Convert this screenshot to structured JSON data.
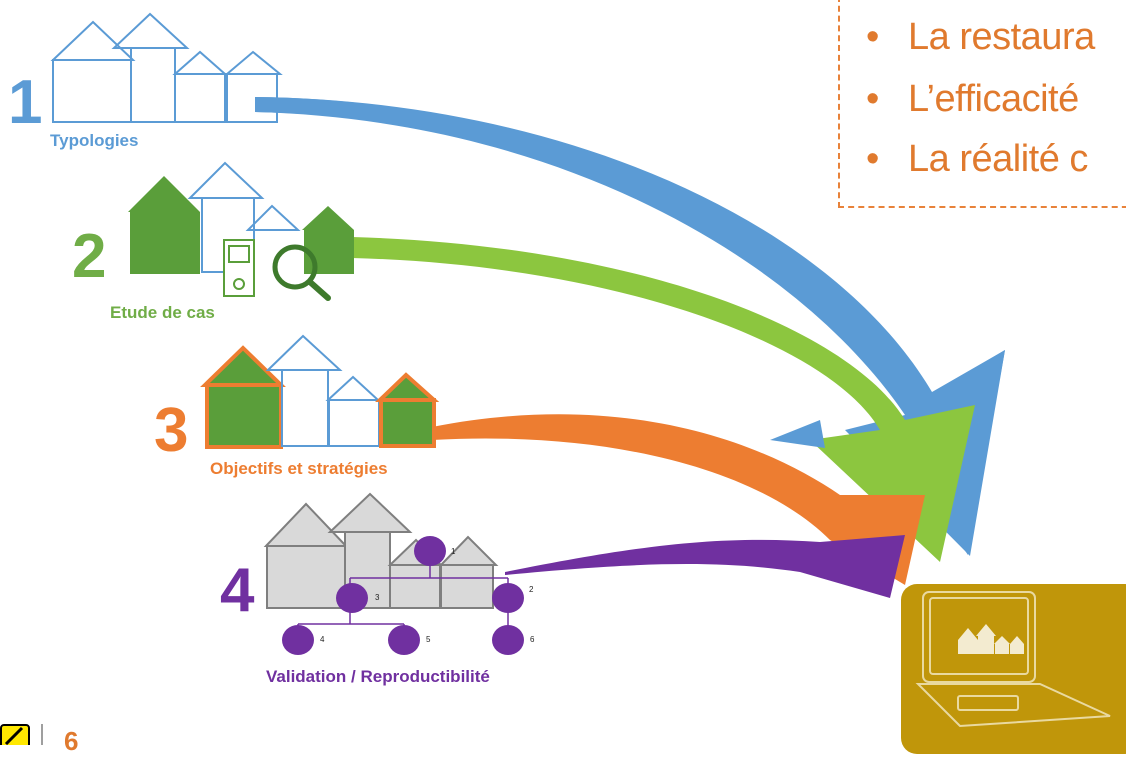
{
  "bullets": [
    "La restaura",
    "L’efficacité",
    "La réalité c"
  ],
  "steps": [
    {
      "number": "1",
      "label": "Typologies",
      "color": "#5B9BD5"
    },
    {
      "number": "2",
      "label": "Etude de cas",
      "color": "#70AD47"
    },
    {
      "number": "3",
      "label": "Objectifs et stratégies",
      "color": "#ED7D31"
    },
    {
      "number": "4",
      "label": "Validation  / Reproductibilité",
      "color": "#7030A0"
    }
  ],
  "tree_nodes": [
    "1",
    "2",
    "3",
    "4",
    "5",
    "6"
  ],
  "footer": {
    "page_number": "6"
  },
  "colors": {
    "blue": "#5B9BD5",
    "green": "#8CC63F",
    "dark_green": "#5A9E3A",
    "orange": "#ED7D31",
    "purple": "#7030A0",
    "gold": "#C0960A"
  }
}
